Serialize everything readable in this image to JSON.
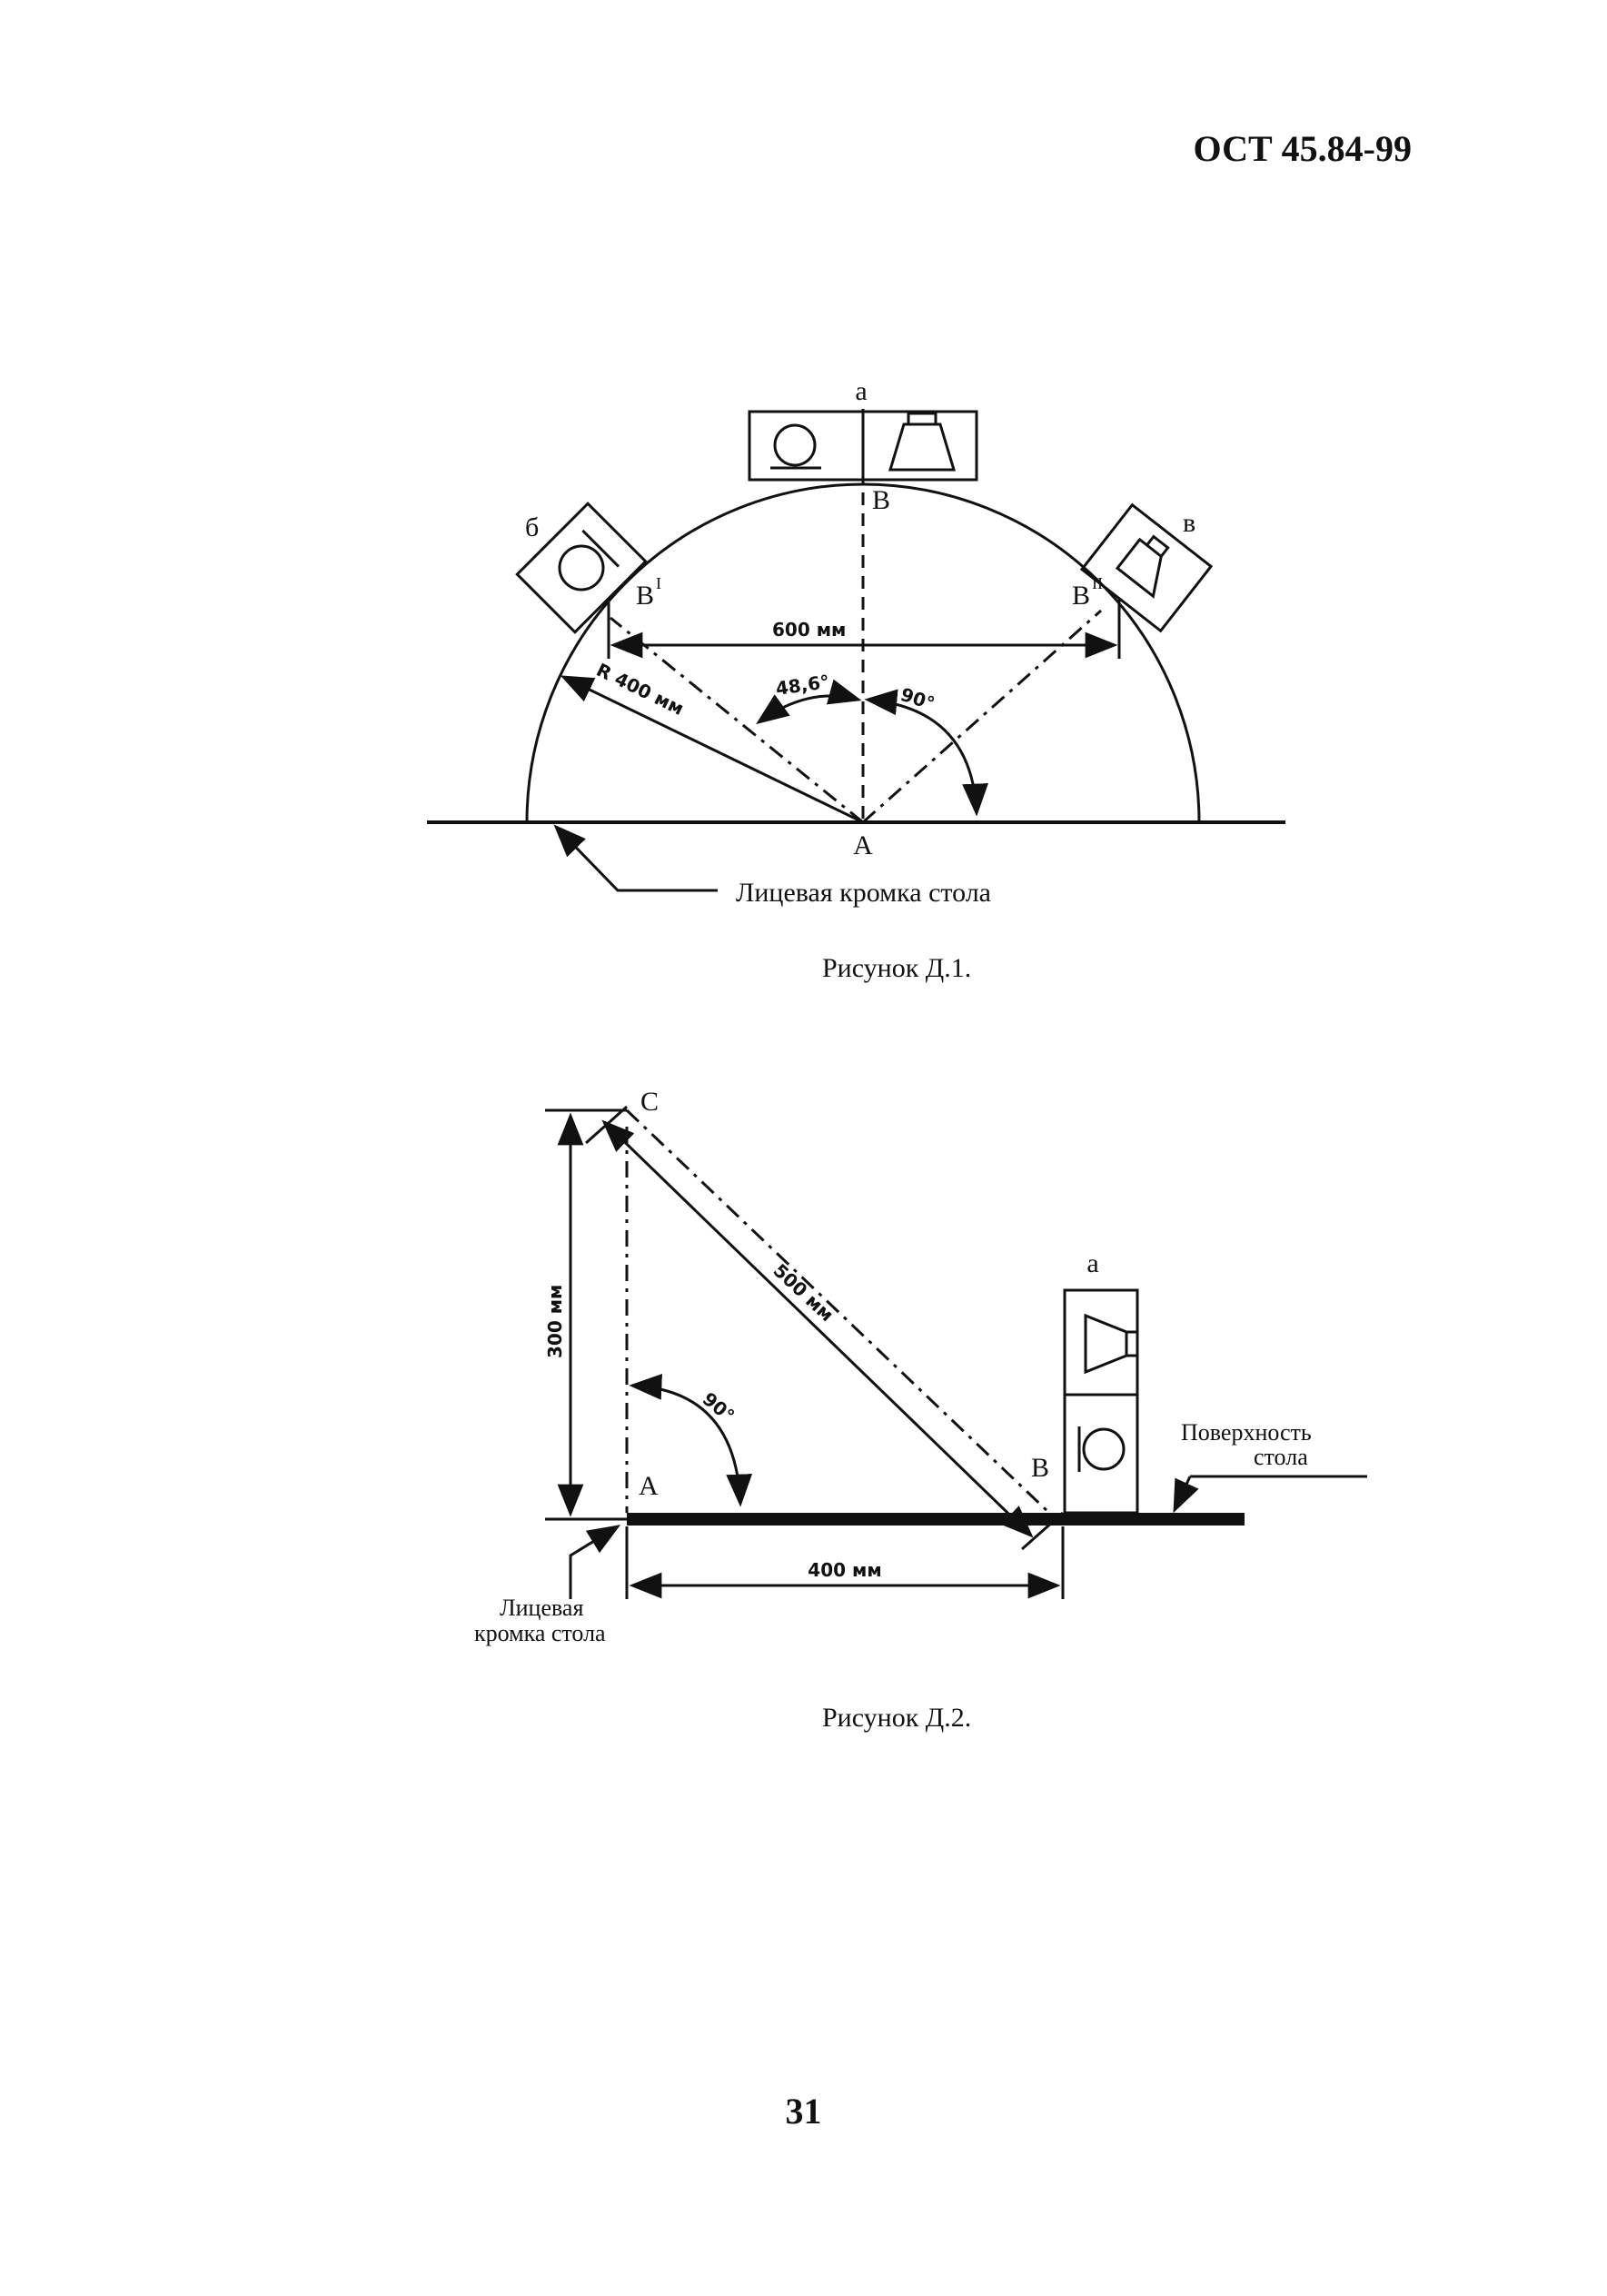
{
  "header": {
    "doc_code": "ОСТ 45.84-99"
  },
  "figure1": {
    "label_a": "а",
    "label_b": "б",
    "label_v": "в",
    "point_B": "В",
    "point_B1": "В",
    "point_B1_sup": "I",
    "point_B2": "В",
    "point_B2_sup": "II",
    "point_A": "А",
    "dim_width": "600 мм",
    "dim_radius": "R 400 мм",
    "angle_1": "48,6°",
    "angle_2": "90°",
    "edge_label": "Лицевая кромка стола",
    "caption": "Рисунок  Д.1."
  },
  "figure2": {
    "point_C": "С",
    "point_A": "А",
    "point_B": "В",
    "label_a": "а",
    "dim_height": "300 мм",
    "dim_diag": "500 мм",
    "dim_base": "400 мм",
    "angle": "90°",
    "surface_label_1": "Поверхность",
    "surface_label_2": "стола",
    "edge_label_1": "Лицевая",
    "edge_label_2": "кромка стола",
    "caption": "Рисунок  Д.2."
  },
  "footer": {
    "page_number": "31"
  }
}
